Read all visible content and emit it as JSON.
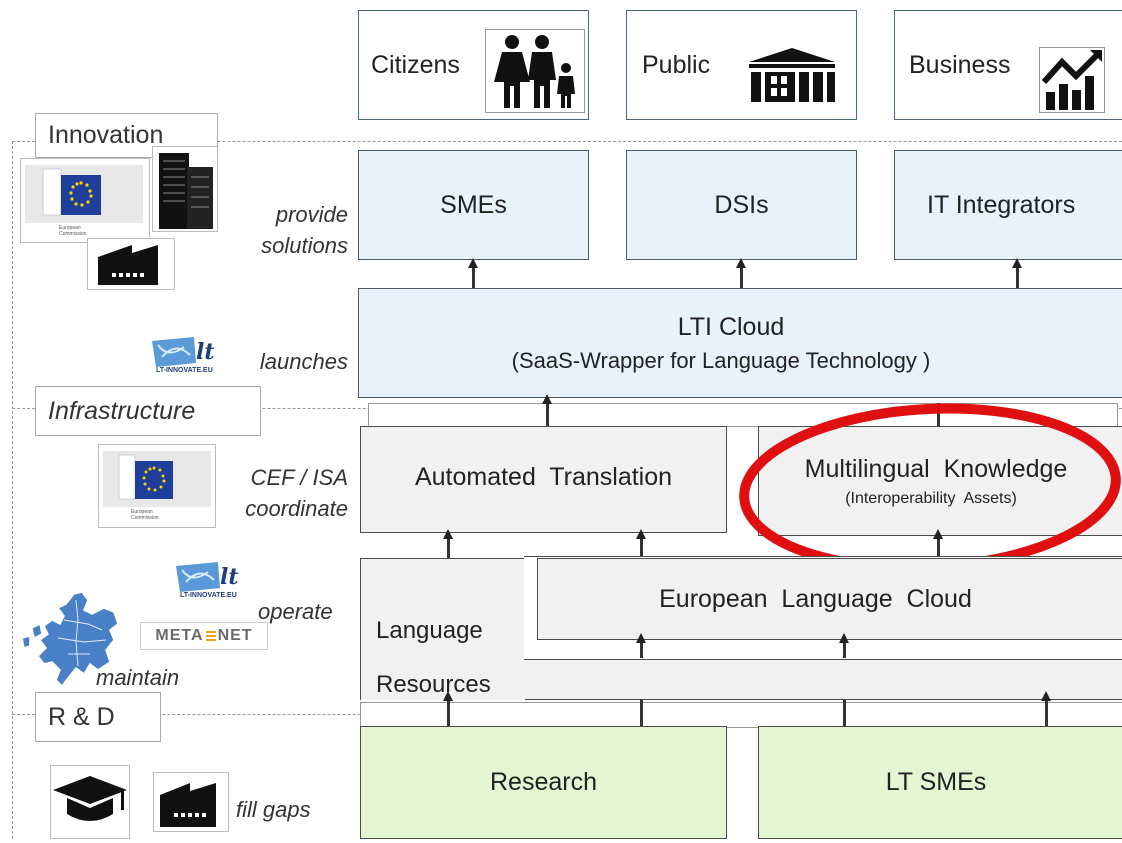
{
  "top_row": {
    "citizens": "Citizens",
    "public": "Public",
    "business": "Business"
  },
  "sections": {
    "innovation": "Innovation",
    "infrastructure": "Infrastructure",
    "rnd": "R & D"
  },
  "side_labels": {
    "provide_1": "provide",
    "provide_2": "solutions",
    "launches": "launches",
    "cef_1": "CEF / ISA",
    "cef_2": "coordinate",
    "operate": "operate",
    "maintain": "maintain",
    "fill_gaps": "fill gaps"
  },
  "boxes": {
    "smes": "SMEs",
    "dsis": "DSIs",
    "it_integrators": "IT Integrators",
    "lti_cloud": "LTI Cloud",
    "lti_cloud_sub": "(SaaS-Wrapper for Language Technology )",
    "automated_translation": "Automated  Translation",
    "multilingual_knowledge": "Multilingual  Knowledge",
    "multilingual_knowledge_sub": "(Interoperability  Assets)",
    "european_language_cloud": "European  Language  Cloud",
    "language_resources_1": "Language",
    "language_resources_2": "Resources",
    "research": "Research",
    "lt_smes": "LT SMEs"
  },
  "logos": {
    "lt_innovate_text": "LT-INNOVATE.EU",
    "meta_net": "META",
    "meta_net_2": "NET",
    "ec_text_1": "European",
    "ec_text_2": "Commission"
  },
  "colors": {
    "blue_box": "#e9f1fb",
    "grey_box": "#f1f1f1",
    "green_box": "#e4f5d2",
    "highlight_ellipse": "#e01010"
  }
}
